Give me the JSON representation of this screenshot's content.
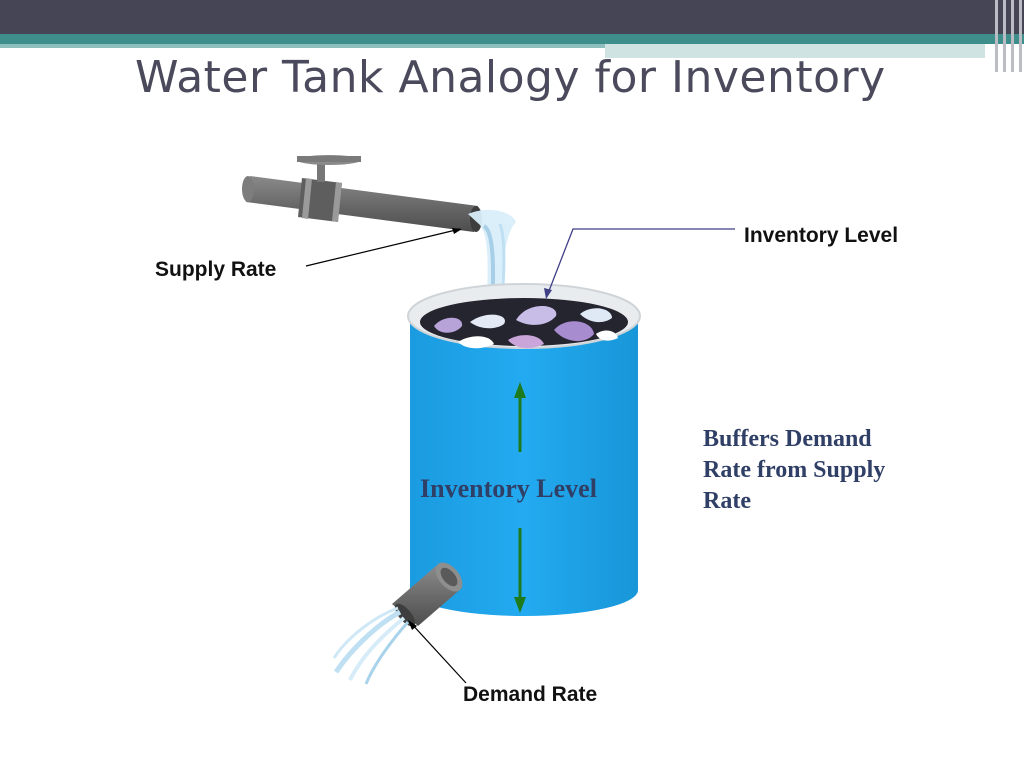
{
  "slide": {
    "title": "Water Tank Analogy for Inventory"
  },
  "labels": {
    "supply_rate": "Supply Rate",
    "inventory_level_top": "Inventory Level",
    "inventory_level_tank": "Inventory Level",
    "demand_rate": "Demand Rate",
    "buffers_line1": "Buffers Demand",
    "buffers_line2": "Rate from Supply",
    "buffers_line3": "Rate"
  },
  "colors": {
    "header_dark": "#454556",
    "header_teal": "#3e8e8c",
    "tank_blue": "#1aa3e3",
    "pipe_gray": "#6e6e6e",
    "arrow_green": "#1d7a1d",
    "text_navy": "#2f3f66"
  }
}
